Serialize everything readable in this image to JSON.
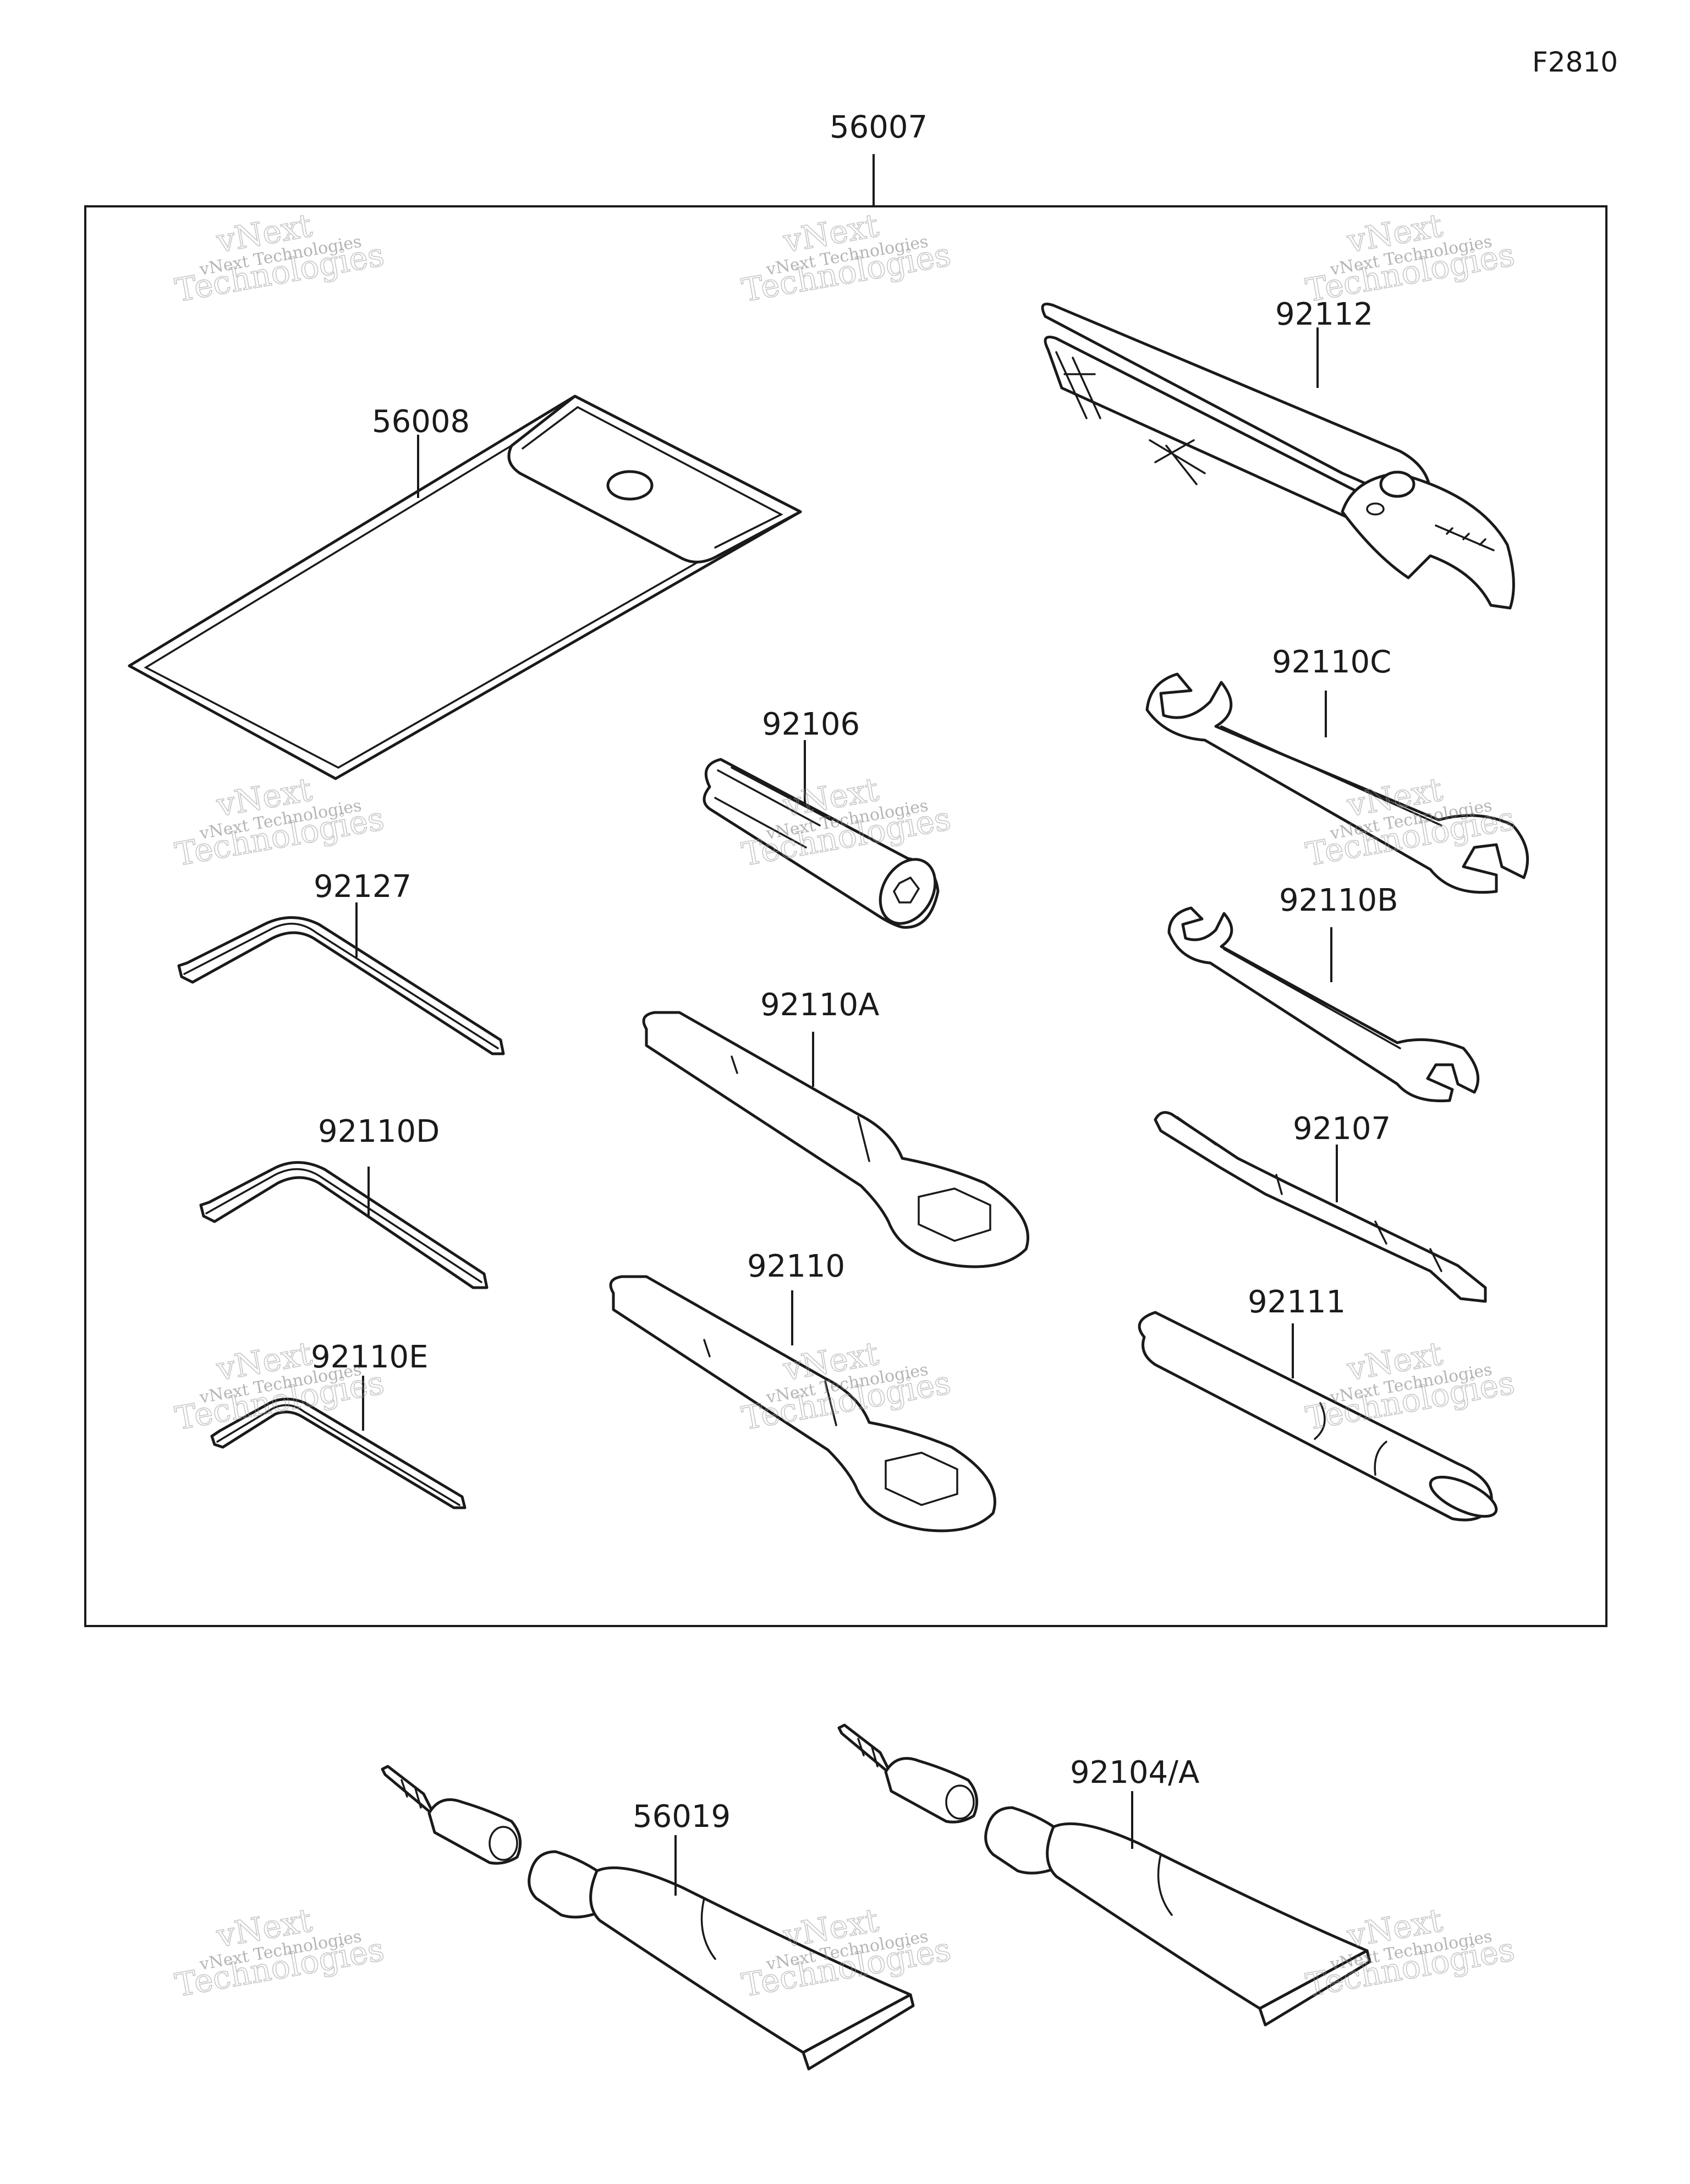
{
  "figure_code": "F2810",
  "kit": {
    "label": "56007"
  },
  "parts": {
    "case": "56008",
    "pliers": "92112",
    "wrench_c": "92110C",
    "socket": "92106",
    "hex_92127": "92127",
    "wrench_b": "92110B",
    "box_a": "92110A",
    "hex_d": "92110D",
    "screwdriver": "92107",
    "box": "92110",
    "handle": "92111",
    "hex_e": "92110E",
    "patch_kit_1": "56019",
    "patch_kit_2": "92104/A"
  },
  "watermark": {
    "line1": "vNext Technologies",
    "line2": "vNext",
    "line3": "Technologies"
  },
  "colors": {
    "ink": "#1a1a1a",
    "watermark": "#8a8a8a",
    "background": "#ffffff"
  }
}
